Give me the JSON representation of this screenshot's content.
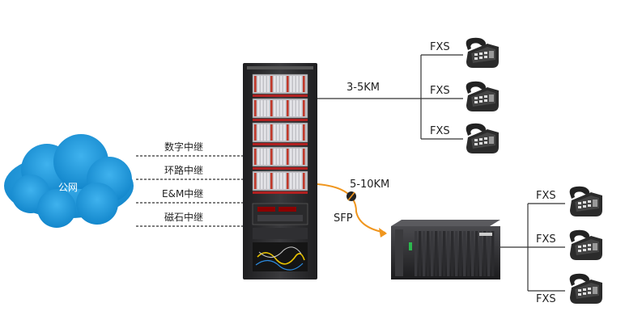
{
  "cloud": {
    "label": "公网"
  },
  "trunks": [
    {
      "label": "数字中继"
    },
    {
      "label": "环路中继"
    },
    {
      "label": "E&M中继"
    },
    {
      "label": "磁石中继"
    }
  ],
  "links": {
    "near_distance": "3-5KM",
    "far_distance": "5-10KM",
    "fiber_label": "SFP"
  },
  "phones_top": [
    {
      "label": "FXS"
    },
    {
      "label": "FXS"
    },
    {
      "label": "FXS"
    }
  ],
  "phones_bottom": [
    {
      "label": "FXS"
    },
    {
      "label": "FXS"
    },
    {
      "label": "FXS"
    }
  ],
  "colors": {
    "cloud": "#1a97d8",
    "fiber": "#f0961e",
    "line": "#333333",
    "rack": "#2e2e30"
  }
}
